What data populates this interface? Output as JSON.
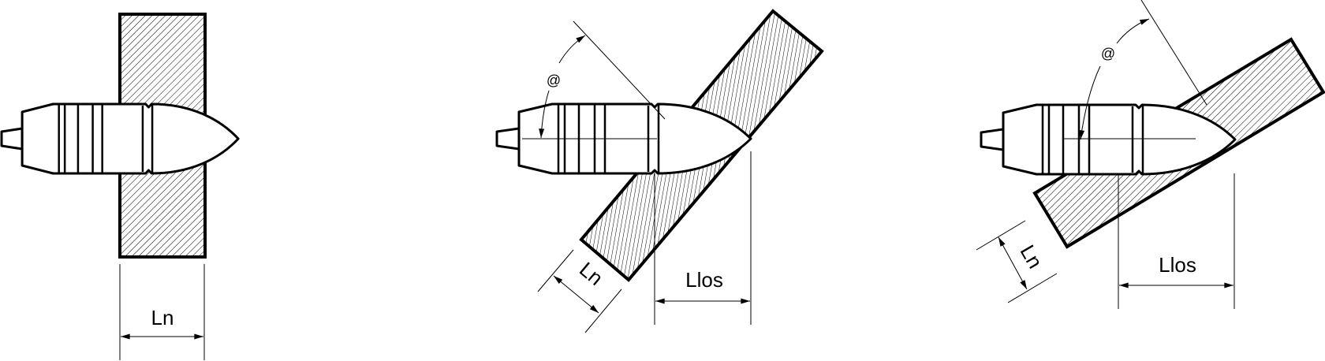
{
  "title": "Projectile penetration through plate at normal and oblique angles",
  "colors": {
    "stroke": "#000000",
    "background": "#ffffff"
  },
  "panels": [
    {
      "id": "normal",
      "thickness_label": "Ln"
    },
    {
      "id": "oblique-1",
      "thickness_label": "Ln",
      "los_label": "Llos",
      "angle_label": "@"
    },
    {
      "id": "oblique-2",
      "thickness_label": "Ln",
      "los_label": "Llos",
      "angle_label": "@"
    }
  ]
}
